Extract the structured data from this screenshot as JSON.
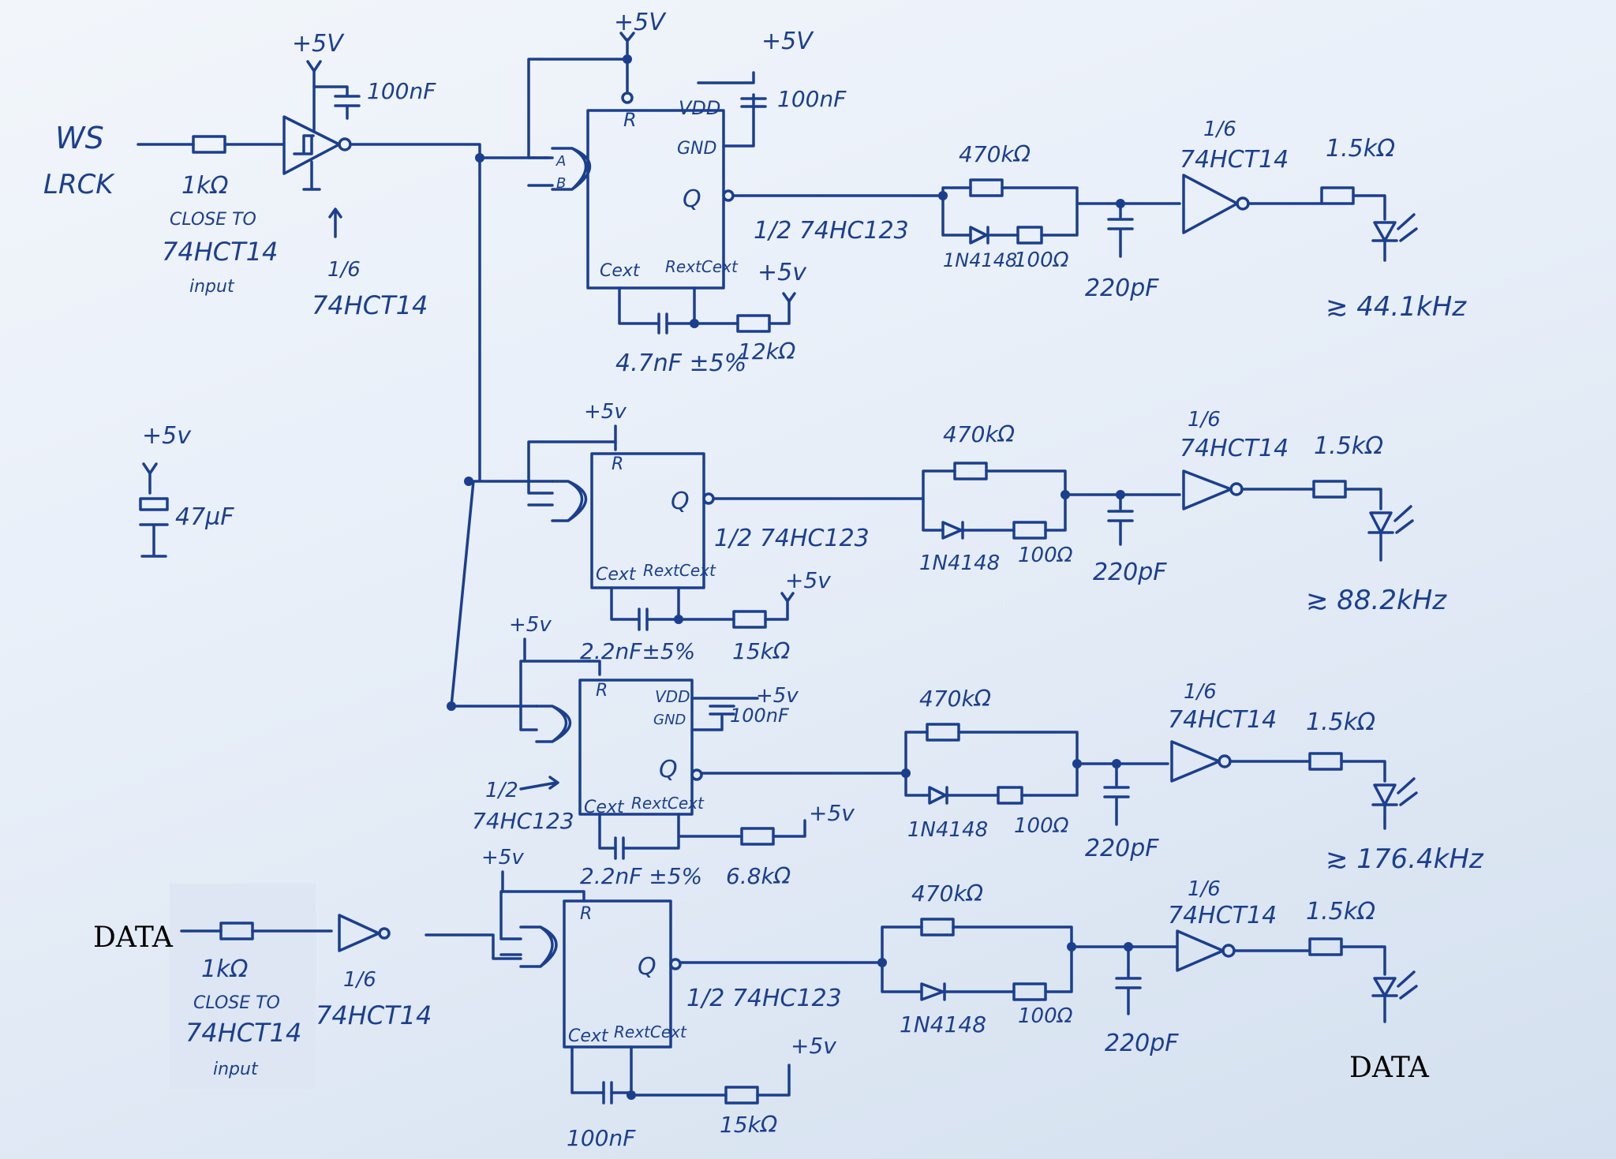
{
  "colors": {
    "ink": "#1b3f8f",
    "paper": "#eef3fa"
  },
  "labels": {
    "ws": "WS",
    "lrck": "LRCK",
    "vcc": "+5V",
    "vcc_lower": "+5v",
    "res_1k": "1kΩ",
    "close_to": "CLOSE TO",
    "ic_74hct14": "74HCT14",
    "input": "input",
    "one_sixth": "1/6",
    "cap_100nf": "100nF",
    "vdd": "VDD",
    "gnd": "GND",
    "r_bar": "R",
    "q_bar": "Q",
    "a_bar": "A",
    "b": "B",
    "cext": "Cext",
    "rext_cext": "RextCext",
    "half_74hc123": "1/2 74HC123",
    "half": "1/2",
    "ic_74hc123": "74HC123",
    "res_470k": "470kΩ",
    "res_100": "100Ω",
    "diode_1n4148": "1N4148",
    "cap_220pf": "220pF",
    "res_1k5": "1.5kΩ",
    "cap_47uf": "47µF",
    "data": "DATA",
    "ch1": {
      "cap": "4.7nF ±5%",
      "res": "12kΩ",
      "freq": "≳ 44.1kHz"
    },
    "ch2": {
      "cap": "2.2nF±5%",
      "res": "15kΩ",
      "freq": "≳ 88.2kHz"
    },
    "ch3": {
      "cap": "2.2nF ±5%",
      "res": "6.8kΩ",
      "freq": "≳ 176.4kHz"
    },
    "ch4": {
      "cap": "100nF",
      "res": "15kΩ"
    }
  }
}
